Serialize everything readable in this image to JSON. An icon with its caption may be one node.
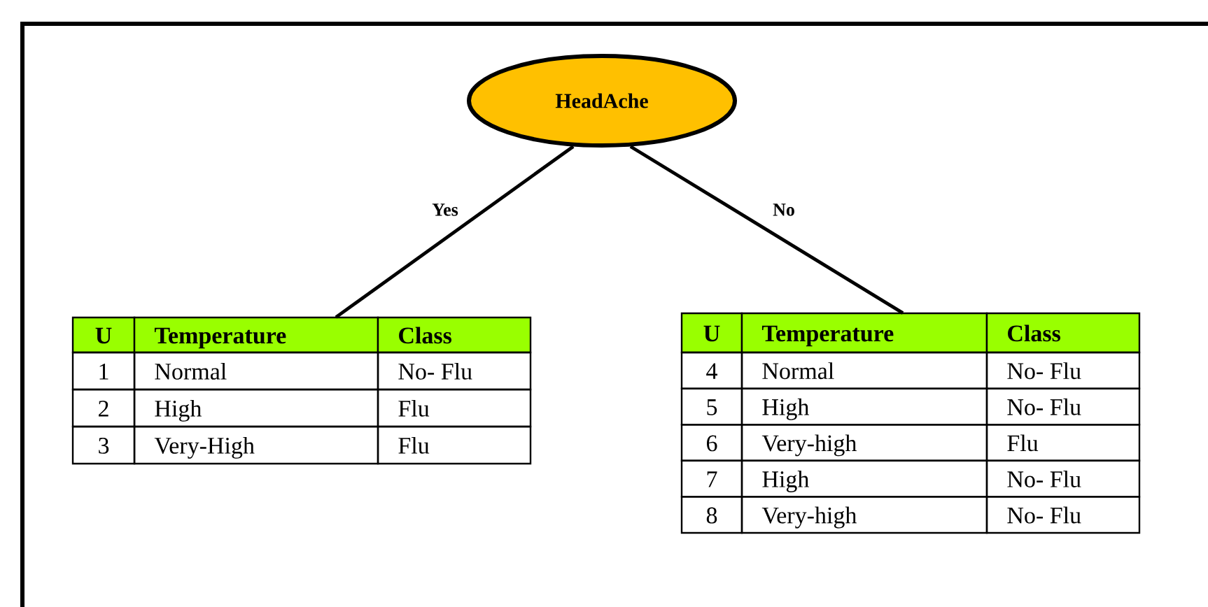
{
  "diagram": {
    "nodes": [
      {
        "text": [
          "HeadAche"
        ]
      },
      {
        "text": [
          "U",
          "Temperature",
          "Class",
          "1",
          "Normal",
          "No- Flu",
          "2",
          "High",
          "Flu",
          "3",
          "Very-High",
          "Flu"
        ]
      },
      {
        "text": [
          "U",
          "Temperature",
          "Class",
          "4",
          "Normal",
          "No- Flu",
          "5",
          "High",
          "No- Flu",
          "6",
          "Very-high",
          "Flu",
          "7",
          "High",
          "No- Flu",
          "8",
          "Very-high",
          "No- Flu"
        ]
      }
    ],
    "edges": [
      {
        "from": 0,
        "to": 1,
        "arrow": "none",
        "label": "Yes"
      },
      {
        "from": 0,
        "to": 2,
        "arrow": "none",
        "label": "No"
      }
    ]
  }
}
